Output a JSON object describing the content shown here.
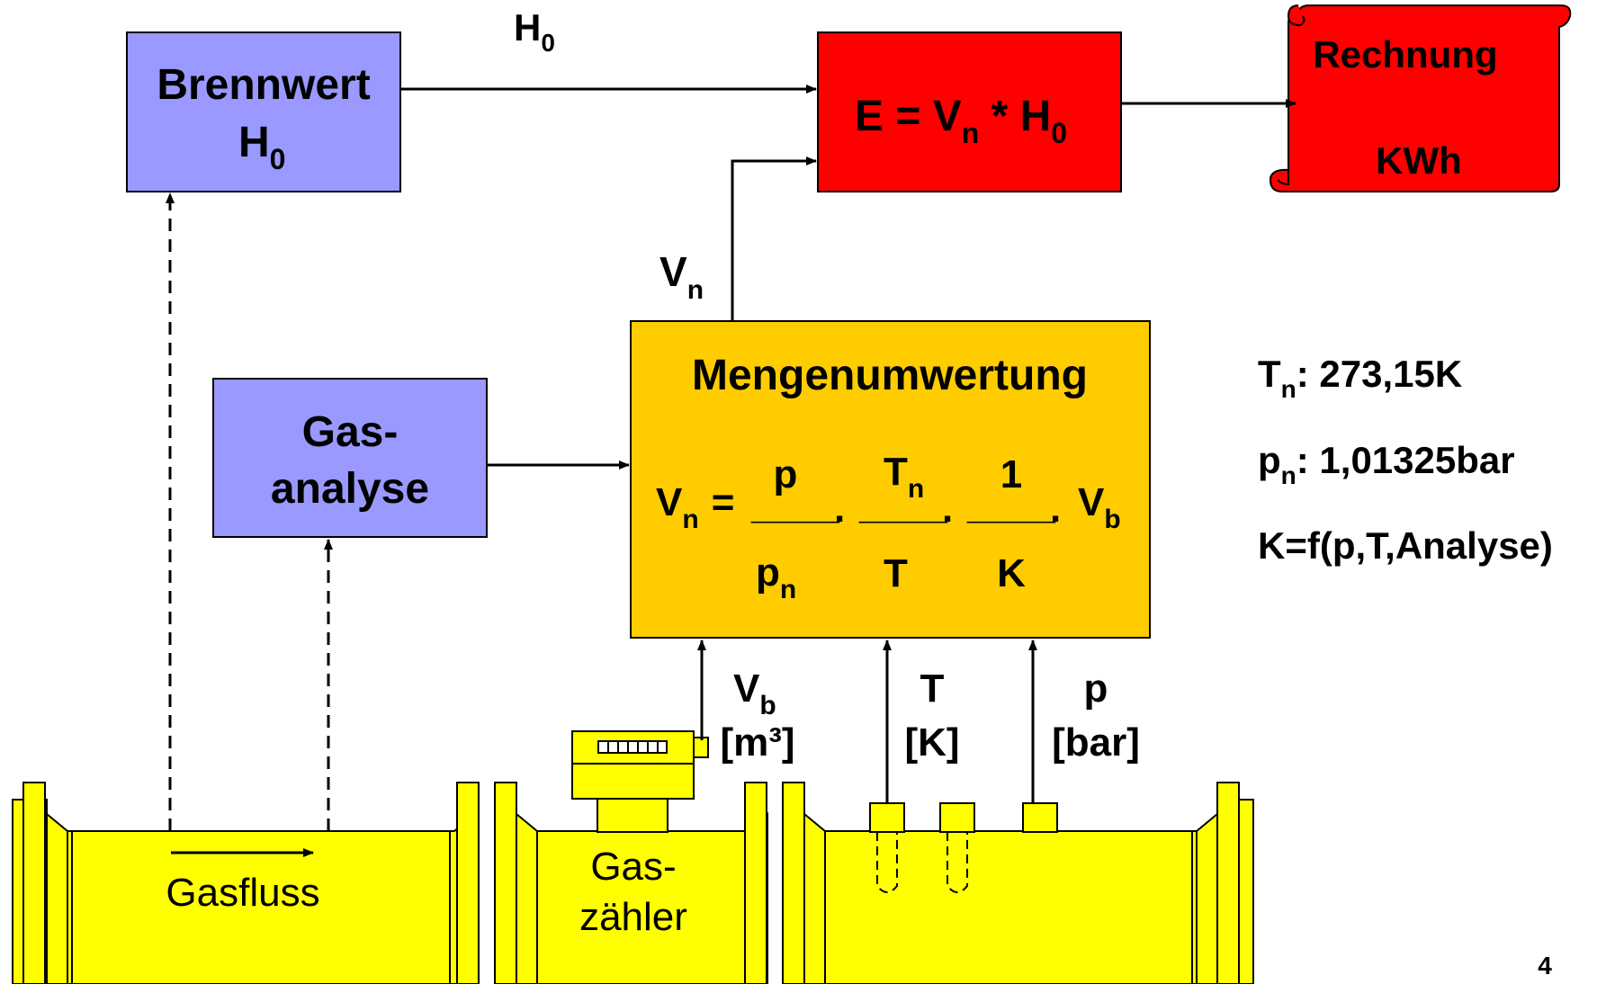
{
  "colors": {
    "box_blue": "#9999ff",
    "box_red": "#ff0000",
    "box_orange": "#ffcc00",
    "pipe_yellow": "#ffff00",
    "line": "#000000"
  },
  "brennwert": {
    "line1": "Brennwert",
    "line2_main": "H",
    "line2_sub": "0"
  },
  "h0_label": {
    "main": "H",
    "sub": "0"
  },
  "energy_box": {
    "e": "E = V",
    "e_sub": "n",
    "times": " * H",
    "times_sub": "0"
  },
  "invoice": {
    "line1": "Rechnung",
    "line2": "KWh"
  },
  "vn_label": {
    "main": "V",
    "sub": "n"
  },
  "gasanalyse": {
    "line1": "Gas-",
    "line2": "analyse"
  },
  "mengenumwertung": {
    "title": "Mengenumwertung",
    "lhs_main": "V",
    "lhs_sub": "n",
    "equals": "=",
    "frac1_num": "p",
    "frac1_den_main": "p",
    "frac1_den_sub": "n",
    "frac2_num_main": "T",
    "frac2_num_sub": "n",
    "frac2_den": "T",
    "frac3_num": "1",
    "frac3_den": "K",
    "dot": ".",
    "rhs_main": "V",
    "rhs_sub": "b",
    "fraction_bar": "____"
  },
  "constants": {
    "tn_main": "T",
    "tn_sub": "n",
    "tn_value": ": 273,15K",
    "pn_main": "p",
    "pn_sub": "n",
    "pn_value": ": 1,01325bar",
    "k_formula": "K=f(p,T,Analyse)"
  },
  "signals": {
    "vb_main": "V",
    "vb_sub": "b",
    "vb_unit": "[m³]",
    "t_main": "T",
    "t_unit": "[K]",
    "p_main": "p",
    "p_unit": "[bar]"
  },
  "pipe": {
    "flow_label": "Gasfluss",
    "meter_line1": "Gas-",
    "meter_line2": "zähler"
  },
  "page_number": "4"
}
